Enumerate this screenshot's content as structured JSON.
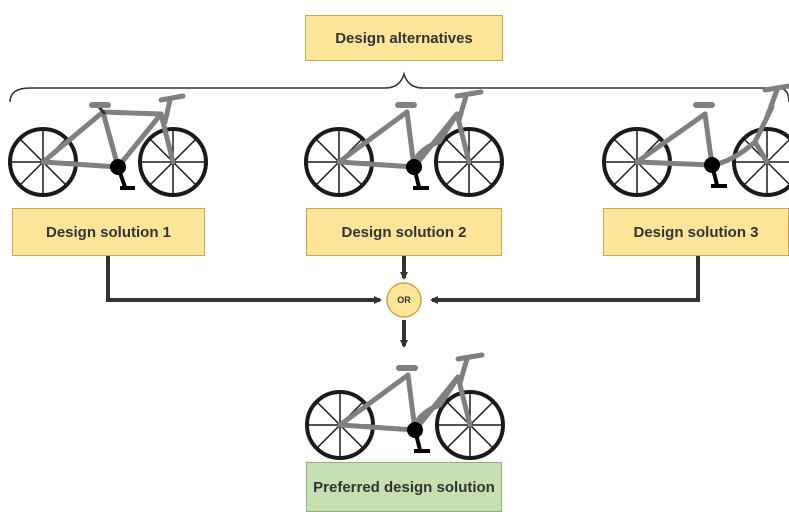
{
  "top_box": {
    "label": "Design alternatives"
  },
  "solutions": [
    {
      "label": "Design solution 1"
    },
    {
      "label": "Design solution 2"
    },
    {
      "label": "Design solution 3"
    }
  ],
  "junction": {
    "label": "OR"
  },
  "result": {
    "label": "Preferred design solution"
  },
  "colors": {
    "box_fill": "#fde59a",
    "result_fill": "#c6e0b4",
    "junction_fill": "#fde59a",
    "connector": "#333333",
    "bike_frame": "#808080",
    "bike_wheel": "#1a1a1a"
  }
}
